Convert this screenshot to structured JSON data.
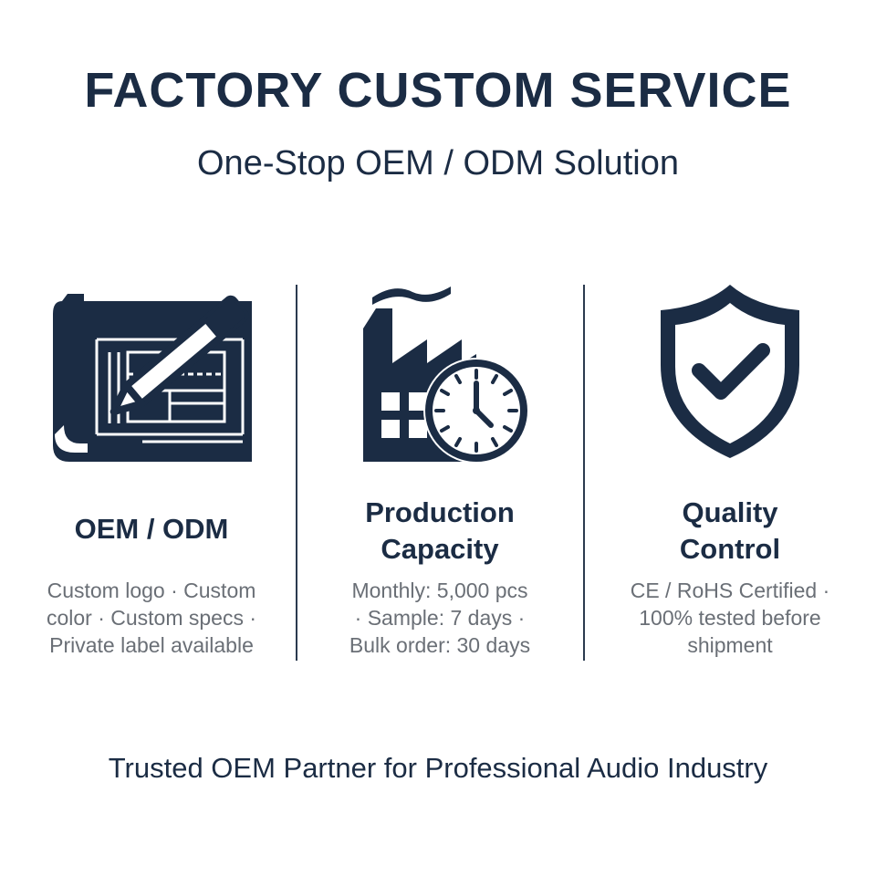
{
  "header": {
    "title": "FACTORY CUSTOM SERVICE",
    "subtitle": "One-Stop OEM / ODM Solution"
  },
  "colors": {
    "primary": "#1b2c44",
    "muted": "#6a6f76",
    "background": "#ffffff"
  },
  "features": [
    {
      "icon": "blueprint-pencil-icon",
      "title_lines": [
        "OEM / ODM"
      ],
      "desc_lines": [
        "Custom logo · Custom",
        "color · Custom specs ·",
        "Private label available"
      ]
    },
    {
      "icon": "factory-clock-icon",
      "title_lines": [
        "Production",
        "Capacity"
      ],
      "desc_lines": [
        "Monthly: 5,000 pcs",
        "· Sample: 7 days ·",
        "Bulk order: 30 days"
      ]
    },
    {
      "icon": "shield-check-icon",
      "title_lines": [
        "Quality",
        "Control"
      ],
      "desc_lines": [
        "CE / RoHS Certified ·",
        "100% tested before",
        "shipment"
      ]
    }
  ],
  "footer": {
    "tagline": "Trusted OEM Partner for Professional Audio Industry"
  }
}
